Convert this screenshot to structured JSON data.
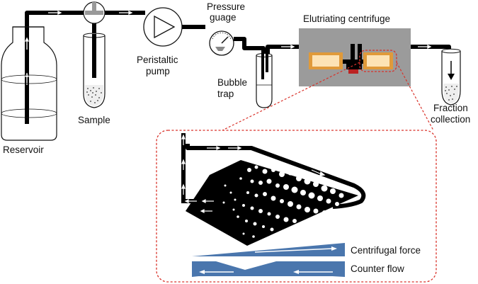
{
  "labels": {
    "reservoir": "Reservoir",
    "sample": "Sample",
    "pump_line1": "Peristaltic",
    "pump_line2": "pump",
    "pressure_line1": "Pressure",
    "pressure_line2": "guage",
    "bubble_line1": "Bubble",
    "bubble_line2": "trap",
    "centrifuge": "Elutriating centrifuge",
    "fraction_line1": "Fraction",
    "fraction_line2": "collection",
    "centrifugal_force": "Centrifugal force",
    "counter_flow": "Counter flow"
  },
  "colors": {
    "tube": "#000000",
    "centrifuge_box": "#9b9b9b",
    "chamber_fill": "#fde3b5",
    "chamber_border": "#e09a3a",
    "force_bar": "#4a76ad",
    "zoom_outline": "#d9322a",
    "arrow": "#ffffff"
  }
}
